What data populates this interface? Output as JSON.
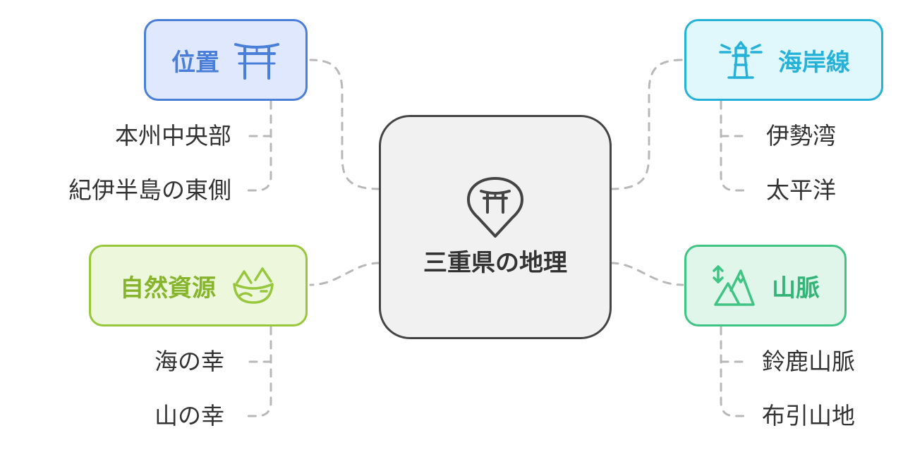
{
  "center": {
    "title": "三重県の地理"
  },
  "branches": {
    "location": {
      "label": "位置",
      "icon": "torii-gate-icon",
      "color": "#4a7fd9",
      "items": [
        "本州中央部",
        "紀伊半島の東側"
      ]
    },
    "coast": {
      "label": "海岸線",
      "icon": "lighthouse-icon",
      "color": "#26b2d8",
      "items": [
        "伊勢湾",
        "太平洋"
      ]
    },
    "resources": {
      "label": "自然資源",
      "icon": "nature-resources-icon",
      "color": "#96c73c",
      "items": [
        "海の幸",
        "山の幸"
      ]
    },
    "mountains": {
      "label": "山脈",
      "icon": "mountains-icon",
      "color": "#3fc483",
      "items": [
        "鈴鹿山脈",
        "布引山地"
      ]
    }
  }
}
